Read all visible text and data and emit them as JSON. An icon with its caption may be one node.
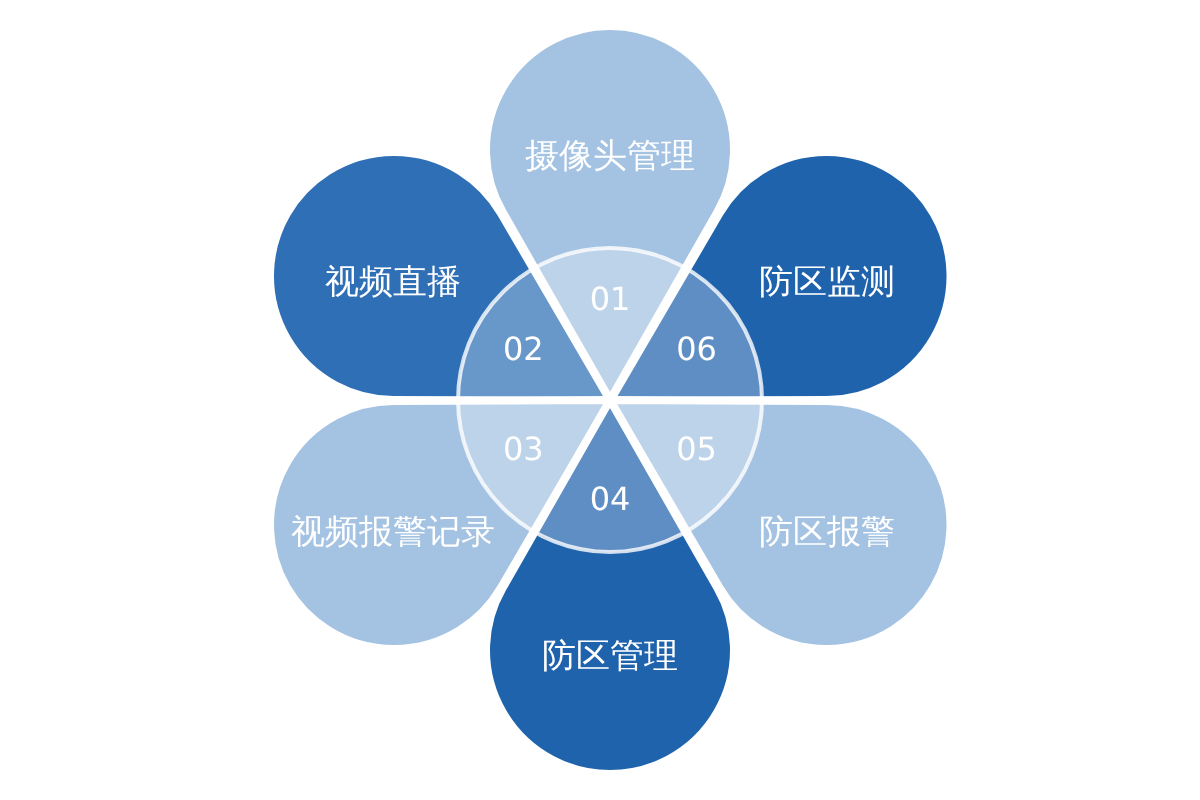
{
  "diagram": {
    "nodes": [
      {
        "text": [
          "摄像头管理",
          "01"
        ]
      },
      {
        "text": [
          "视频直播",
          "02"
        ]
      },
      {
        "text": [
          "防区监测",
          "06"
        ]
      },
      {
        "text": [
          "03",
          "视频报警记录"
        ]
      },
      {
        "text": [
          "05",
          "防区报警"
        ]
      },
      {
        "text": [
          "04",
          "防区管理"
        ]
      }
    ]
  }
}
